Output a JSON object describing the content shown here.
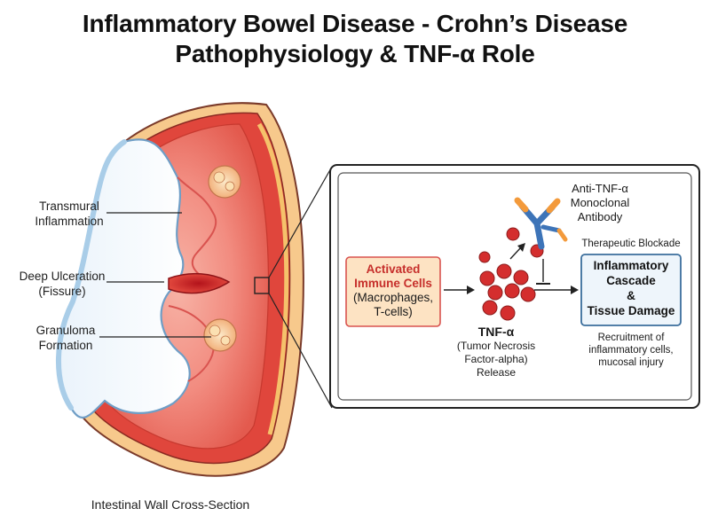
{
  "title": {
    "line1": "Inflammatory Bowel Disease - Crohn’s Disease",
    "line2": "Pathophysiology & TNF-α Role"
  },
  "cross_section": {
    "label_transmural_1": "Transmural",
    "label_transmural_2": "Inflammation",
    "label_ulcer_1": "Deep Ulceration",
    "label_ulcer_2": "(Fissure)",
    "label_granuloma_1": "Granuloma",
    "label_granuloma_2": "Formation",
    "caption": "Intestinal Wall Cross-Section"
  },
  "pathway": {
    "immune_1": "Activated",
    "immune_2": "Immune Cells",
    "immune_3": "(Macrophages,",
    "immune_4": "T-cells)",
    "tnf_title": "TNF-α",
    "tnf_1": "(Tumor Necrosis",
    "tnf_2": "Factor-alpha)",
    "tnf_3": "Release",
    "antibody_1": "Anti-TNF-α",
    "antibody_2": "Monoclonal",
    "antibody_3": "Antibody",
    "blockade": "Therapeutic Blockade",
    "cascade_1": "Inflammatory",
    "cascade_2": "Cascade",
    "cascade_3": "&",
    "cascade_4": "Tissue Damage",
    "outcome_1": "Recruitment of",
    "outcome_2": "inflammatory cells,",
    "outcome_3": "mucosal injury"
  },
  "colors": {
    "tissue_red": "#e0463c",
    "mucosa_pink": "#f4a59a",
    "fat_yellow": "#f5c26b",
    "serosa_blue": "#a9cde8",
    "immune_box_fill": "#fde3c3",
    "immune_box_border": "#d9534f",
    "cascade_box_fill": "#eef5fb",
    "cascade_box_border": "#3b6e9c",
    "tnf_molecule": "#d42e2e"
  }
}
